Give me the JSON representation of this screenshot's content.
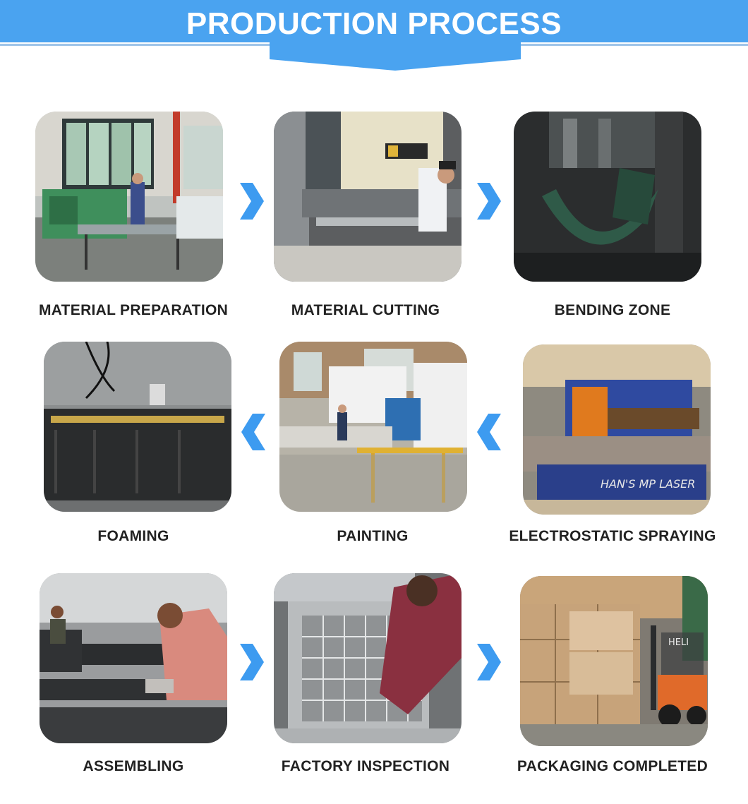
{
  "header": {
    "title": "PRODUCTION PROCESS",
    "accent": "#4aa3f0"
  },
  "steps": [
    {
      "label": "MATERIAL PREPARATION"
    },
    {
      "label": "MATERIAL CUTTING"
    },
    {
      "label": "BENDING ZONE"
    },
    {
      "label": "FOAMING"
    },
    {
      "label": "PAINTING"
    },
    {
      "label": "ELECTROSTATIC SPRAYING"
    },
    {
      "label": "ASSEMBLING"
    },
    {
      "label": "FACTORY INSPECTION"
    },
    {
      "label": "PACKAGING COMPLETED"
    }
  ],
  "arrow_color": "#3d9bf0",
  "photo_texts": {
    "laser_brand": "HAN'S MP LASER",
    "forklift_brand": "HELI"
  }
}
